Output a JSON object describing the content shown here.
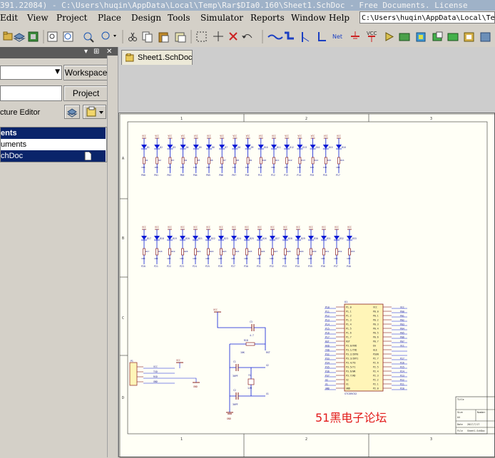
{
  "window": {
    "title": "391.22084) - C:\\Users\\huqin\\AppData\\Local\\Temp\\Rar$DIa0.160\\Sheet1.SchDoc - Free Documents. License"
  },
  "menu": {
    "items": [
      "Edit",
      "View",
      "Project",
      "Place",
      "Design",
      "Tools",
      "Simulator",
      "Reports",
      "Window",
      "Help"
    ],
    "path": "C:\\Users\\huqin\\AppData\\Local\\Te"
  },
  "toolbar": {
    "icons": [
      "folder-icon",
      "layers-icon",
      "pcb-icon",
      "zoom-fit-icon",
      "zoom-area-icon",
      "zoom-sel-icon",
      "zoom-dropdown-icon",
      "cut-icon",
      "copy-icon",
      "paste-icon",
      "clone-icon",
      "select-icon",
      "move-icon",
      "cross-icon",
      "undo-icon",
      "redo-icon",
      "wire-icon",
      "bus-icon",
      "bus-entry-icon",
      "netlabel-icon",
      "gnd-icon",
      "vcc-icon",
      "part-icon",
      "sheet-icon",
      "sheet-entry-icon",
      "port-icon",
      "harness-icon",
      "hierarchy-icon",
      "compile-icon",
      "more-icon"
    ],
    "vcc_label": "VCC",
    "net_label": "Net"
  },
  "panel": {
    "combo_value": "",
    "workspace_label": "Workspace",
    "project_label": "Project",
    "structure_label": "cture Editor",
    "tree": {
      "header": "ents",
      "rows": [
        {
          "label": "uments"
        },
        {
          "label": "chDoc"
        }
      ]
    }
  },
  "document": {
    "tab_label": "Sheet1.SchDoc",
    "watermark": "51黑电子论坛"
  },
  "schematic": {
    "border_cols": [
      "1",
      "2",
      "3"
    ],
    "border_rows": [
      "A",
      "B",
      "C",
      "D"
    ],
    "row1_refs": [
      "D1",
      "D2",
      "D3",
      "D4",
      "D5",
      "D6",
      "D7",
      "D8",
      "D9",
      "D10",
      "D11",
      "D12",
      "D13",
      "D14",
      "D15",
      "D16"
    ],
    "row1_res": [
      "R1",
      "R2",
      "R3",
      "R4",
      "R5",
      "R6",
      "R7",
      "R8",
      "R9",
      "R10",
      "R11",
      "R12",
      "R13",
      "R14",
      "R15",
      "R16"
    ],
    "row1_nets": [
      "P00",
      "P01",
      "P02",
      "P03",
      "P04",
      "P05",
      "P06",
      "P07",
      "P10",
      "P11",
      "P12",
      "P13",
      "P14",
      "P15",
      "P16",
      "P17"
    ],
    "row2_refs": [
      "D17",
      "D18",
      "D19",
      "D20",
      "D21",
      "D22",
      "D23",
      "D24",
      "D25",
      "D26",
      "D27",
      "D28",
      "D29",
      "D30",
      "D31",
      "D32",
      "D33"
    ],
    "row2_res": [
      "R17",
      "R18",
      "R19",
      "R20",
      "R21",
      "R22",
      "R23",
      "R24",
      "R25",
      "R26",
      "R27",
      "R28",
      "R29",
      "R30",
      "R31",
      "R32",
      "R33"
    ],
    "row2_nets": [
      "P20",
      "P21",
      "P22",
      "P23",
      "P24",
      "P25",
      "P26",
      "P27",
      "P30",
      "P31",
      "P32",
      "P33",
      "P34",
      "P35",
      "P36",
      "P37",
      "P40"
    ],
    "vcc": "VCC",
    "gnd": "GND",
    "connector": {
      "ref": "P1",
      "pins": [
        "VCC",
        "TXD",
        "RXD",
        "GND"
      ]
    },
    "reset": {
      "cap": "C3",
      "cap_val": "4.7",
      "res": "R18",
      "res_val": "10K",
      "net": "RST"
    },
    "crystal": {
      "c1": "C1",
      "c2": "C2",
      "val": "30PF",
      "xtal": "Y1",
      "freq": "12M",
      "x1": "X1",
      "x2": "X2"
    },
    "mcu": {
      "ref": "U1",
      "part": "STC89C52",
      "left_pins": [
        "P1.0",
        "P1.1",
        "P1.2",
        "P1.3",
        "P1.4",
        "P1.5",
        "P1.6",
        "P1.7",
        "RST",
        "P3.0/RXD",
        "P3.1/TXD",
        "P3.2/INT0",
        "P3.3/INT1",
        "P3.4/T0",
        "P3.5/T1",
        "P3.6/WR",
        "P3.7/RD",
        "X2",
        "X1",
        "GND"
      ],
      "right_pins": [
        "VCC",
        "P0.0",
        "P0.1",
        "P0.2",
        "P0.3",
        "P0.4",
        "P0.5",
        "P0.6",
        "P0.7",
        "EA",
        "ALE",
        "PSEN",
        "P2.7",
        "P2.6",
        "P2.5",
        "P2.4",
        "P2.3",
        "P2.2",
        "P2.1",
        "P2.0"
      ],
      "left_nets": [
        "P10",
        "P11",
        "P12",
        "P13",
        "P14",
        "P15",
        "P16",
        "P17",
        "RST",
        "RXD",
        "TXD",
        "P32",
        "P33",
        "P34",
        "P35",
        "P36",
        "P37",
        "X2",
        "X1",
        "GND"
      ],
      "right_nets": [
        "VCC",
        "P00",
        "P01",
        "P02",
        "P03",
        "P04",
        "P05",
        "P06",
        "P07",
        "VCC",
        "",
        "",
        "P27",
        "P26",
        "P25",
        "P24",
        "P23",
        "P22",
        "P21",
        "P20"
      ]
    },
    "title_block": {
      "title": "Title",
      "size": "Size",
      "size_val": "A4",
      "number": "Number",
      "date": "Date",
      "date_val": "2017/7/17",
      "file": "File",
      "file_val": "Sheet1.SchDoc"
    }
  },
  "colors": {
    "wire": "#0b1bd6",
    "part": "#8a2020",
    "label": "#1a1a8c",
    "sheet_bg": "#fffff6",
    "tree_sel": "#0a246a"
  }
}
